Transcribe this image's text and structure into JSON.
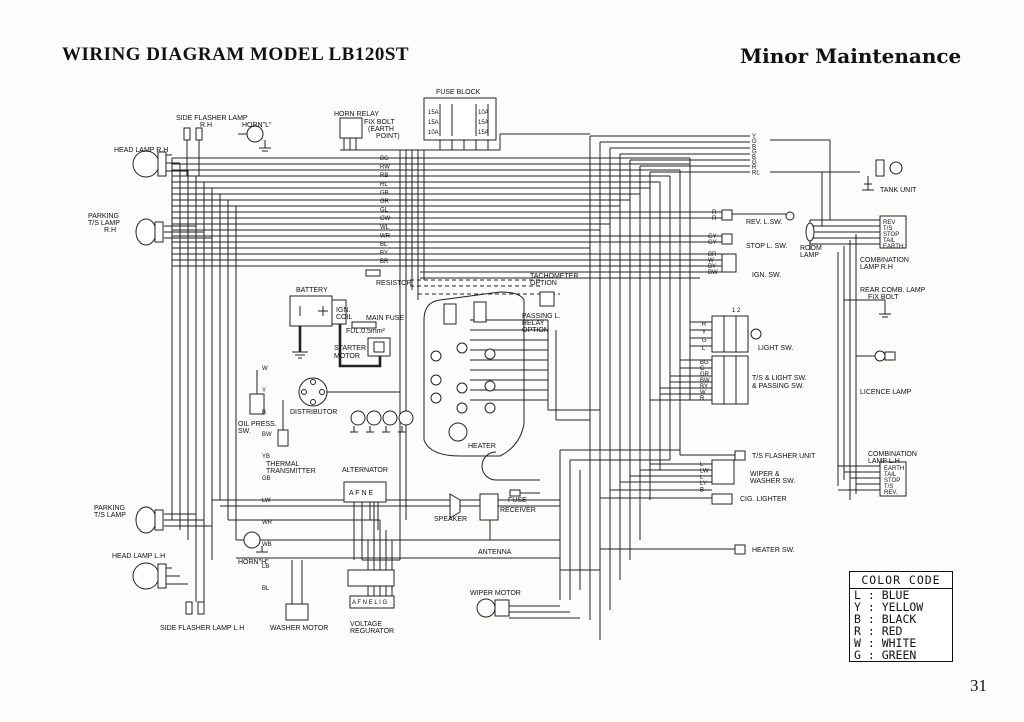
{
  "header": {
    "title": "WIRING DIAGRAM MODEL LB120ST",
    "section": "Minor Maintenance"
  },
  "page_number": "31",
  "color_code": {
    "title": "COLOR CODE",
    "entries": [
      {
        "code": "L",
        "name": "BLUE"
      },
      {
        "code": "Y",
        "name": "YELLOW"
      },
      {
        "code": "B",
        "name": "BLACK"
      },
      {
        "code": "R",
        "name": "RED"
      },
      {
        "code": "W",
        "name": "WHITE"
      },
      {
        "code": "G",
        "name": "GREEN"
      }
    ]
  },
  "labels": {
    "side_flasher_rh_1": "SIDE FLASHER LAMP",
    "side_flasher_rh_2": "R.H",
    "horn_l": "HORN\"L\"",
    "head_lamp_rh": "HEAD LAMP R.H",
    "parking_rh_1": "PARKING",
    "parking_rh_2": "T/S LAMP",
    "parking_rh_3": "R.H",
    "horn_relay_1": "HORN RELAY",
    "horn_relay_2": "FIX BOLT",
    "horn_relay_3": "(EARTH",
    "horn_relay_4": "POINT)",
    "fuse_block": "FUSE BLOCK",
    "battery": "BATTERY",
    "ign_coil_1": "IGN.",
    "ign_coil_2": "COIL",
    "main_fuse": "MAIN FUSE",
    "fusible": "FUL.0.5mm²",
    "starter_1": "STARTER",
    "starter_2": "MOTOR",
    "resistor": "RESISTOR",
    "tachometer_1": "TACHOMETER",
    "tachometer_2": "OPTION",
    "passing_relay_1": "PASSING L.",
    "passing_relay_2": "RELAY",
    "passing_relay_3": "OPTION",
    "oil_press_1": "OIL PRESS.",
    "oil_press_2": "SW.",
    "distributor": "DISTRIBUTOR",
    "thermal_1": "THERMAL",
    "thermal_2": "TRANSMITTER",
    "alternator": "ALTERNATOR",
    "alt_terms": "A F N E",
    "heater": "HEATER",
    "fuse": "FUSE",
    "receiver": "RECEIVER",
    "speaker": "SPEAKER",
    "antenna": "ANTENNA",
    "parking_lh_1": "PARKING",
    "parking_lh_2": "T/S LAMP",
    "head_lamp_lh": "HEAD LAMP L.H",
    "horn_h": "HORN\"H\"",
    "side_flasher_lh": "SIDE FLASHER LAMP L.H",
    "washer_motor": "WASHER MOTOR",
    "voltage_reg_1": "VOLTAGE",
    "voltage_reg_2": "REGURATOR",
    "reg_terms": "A F N E L I G",
    "wiper_motor": "WIPER MOTOR",
    "tank_unit": "TANK UNIT",
    "rev_l_sw": "REV. L.SW.",
    "stop_l_sw": "STOP L. SW.",
    "room_lamp_1": "ROOM",
    "room_lamp_2": "LAMP",
    "ign_sw": "IGN. SW.",
    "comb_rh_1": "COMBINATION",
    "comb_rh_2": "LAMP R.H",
    "comb_rh_rev": "REV",
    "comb_rh_ts": "T/S",
    "comb_rh_stop": "STOP",
    "comb_rh_tail": "TAIL",
    "comb_rh_earth": "EARTH",
    "rear_comb_1": "REAR COMB. LAMP",
    "rear_comb_2": "FIX BOLT",
    "light_sw": "LIGHT SW.",
    "ts_light_1": "T/S & LIGHT SW.",
    "ts_light_2": "& PASSING SW.",
    "licence_lamp": "LICENCE LAMP",
    "ts_flasher": "T/S FLASHER UNIT",
    "wiper_sw_1": "WIPER &",
    "wiper_sw_2": "WASHER SW.",
    "cig": "CIG. LIGHTER",
    "heater_sw": "HEATER SW.",
    "comb_lh_1": "COMBINATION",
    "comb_lh_2": "LAMP L.H",
    "comb_lh_earth": "EARTH",
    "comb_lh_tail": "TAIL",
    "comb_lh_stop": "STOP",
    "comb_lh_ts": "T/S",
    "comb_lh_rev": "REV.",
    "fuse_15a_1": "15A",
    "fuse_10a_1": "10A",
    "fuse_15a_2": "15A",
    "fuse_15a_3": "15A",
    "fuse_10a_2": "10A",
    "fuse_15a_4": "15A",
    "sw_12": "1 2"
  },
  "wire_codes": {
    "harness_main": [
      "BG",
      "RW",
      "RB",
      "RL",
      "GB",
      "GR",
      "GL",
      "GW",
      "WL",
      "WR",
      "BL",
      "BY",
      "BR"
    ],
    "tank_side": [
      "Y",
      "G",
      "B",
      "G",
      "B",
      "G",
      "R",
      "RL"
    ],
    "rev": [
      "R",
      "R"
    ],
    "stop": [
      "GY",
      "GY"
    ],
    "ign": [
      "BR",
      "W",
      "BY",
      "BW"
    ],
    "light": [
      "R",
      "Y",
      "G",
      "L"
    ],
    "ts_light": [
      "BG",
      "G",
      "GR",
      "BW",
      "BY",
      "W",
      "R"
    ],
    "wiper": [
      "L",
      "LW",
      "L",
      "LY",
      "B"
    ],
    "misc": [
      "W",
      "Y",
      "B",
      "BW",
      "YB",
      "GB",
      "LW",
      "WR",
      "WB",
      "LB",
      "BL"
    ]
  }
}
